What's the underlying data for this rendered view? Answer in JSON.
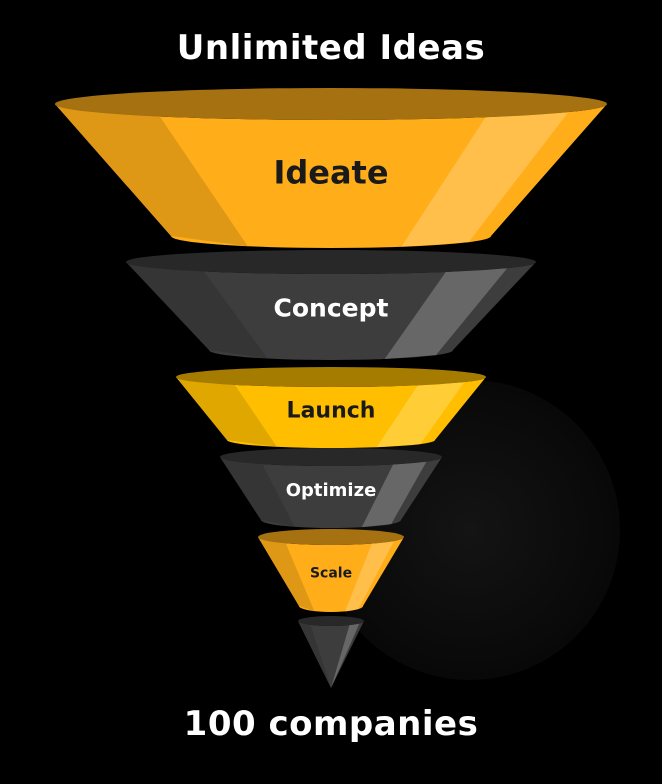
{
  "header": {
    "title": "Unlimited Ideas"
  },
  "footer": {
    "label": "100 companies"
  },
  "funnel": {
    "stages": [
      {
        "label": "Ideate",
        "color": "#ffae1a",
        "text_color": "#1a1a1a"
      },
      {
        "label": "Concept",
        "color": "#3d3d3d",
        "text_color": "#ffffff"
      },
      {
        "label": "Launch",
        "color": "#ffbf00",
        "text_color": "#1a1a1a"
      },
      {
        "label": "Optimize",
        "color": "#3d3d3d",
        "text_color": "#ffffff"
      },
      {
        "label": "Scale",
        "color": "#ffae1a",
        "text_color": "#1a1a1a"
      },
      {
        "label": "",
        "color": "#3d3d3d",
        "text_color": "#ffffff"
      }
    ]
  },
  "colors": {
    "background": "#000000",
    "accent": "#ffae1a",
    "dark": "#3d3d3d"
  }
}
